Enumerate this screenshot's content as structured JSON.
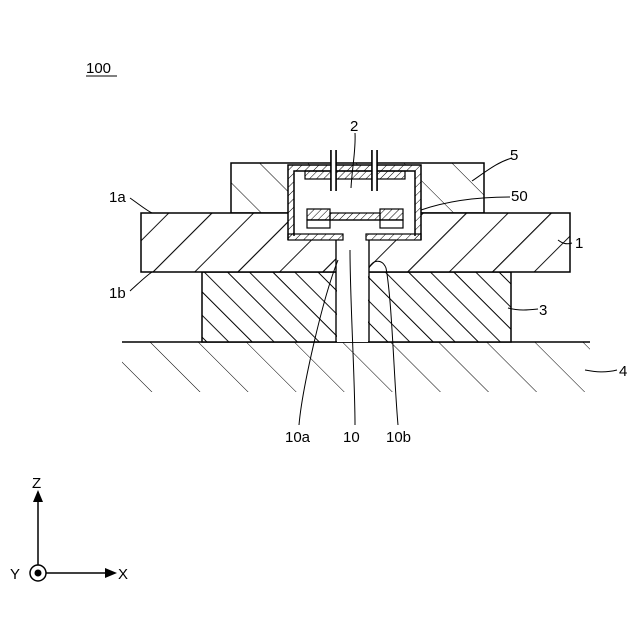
{
  "figure_number": "100",
  "labels": {
    "sensor": "2",
    "cover": "5",
    "cover_inner": "50",
    "board": "1",
    "board_top": "1a",
    "board_bottom": "1b",
    "base": "3",
    "ground": "4",
    "hole": "10",
    "hole_edge_a": "10a",
    "hole_edge_b": "10b"
  },
  "axes": {
    "z": "Z",
    "x": "X",
    "y": "Y"
  }
}
